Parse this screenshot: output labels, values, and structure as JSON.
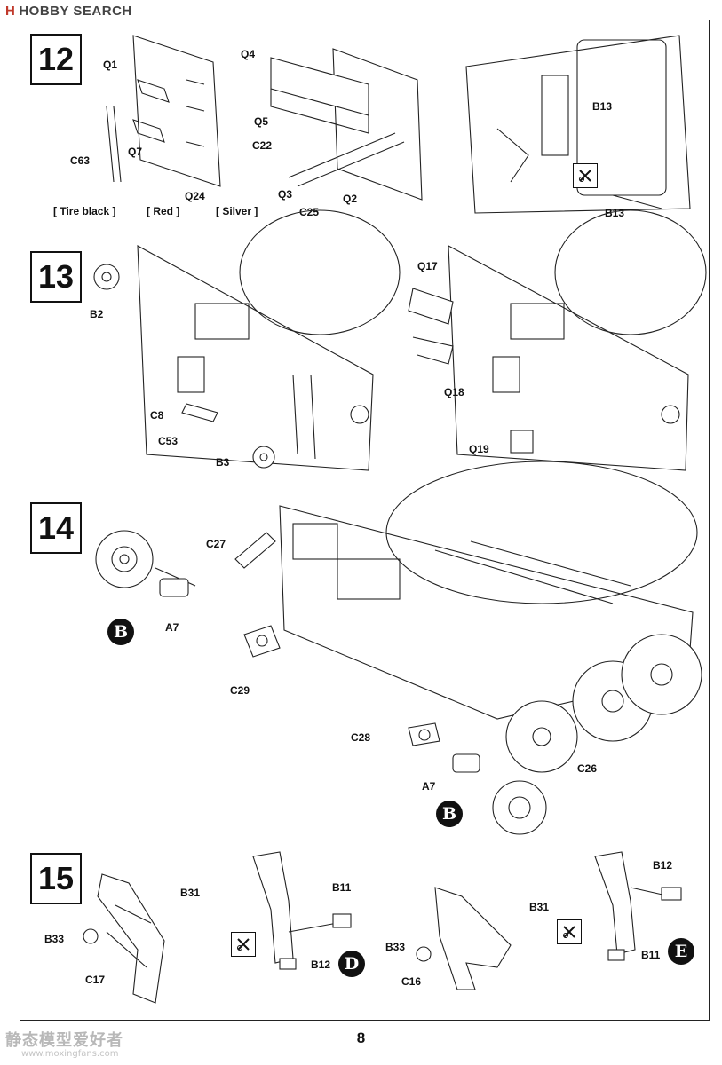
{
  "header": {
    "logo_mark": "H",
    "logo_text": "HOBBY SEARCH"
  },
  "steps": {
    "s12": {
      "number": "12",
      "labels": {
        "q1": "Q1",
        "q7": "Q7",
        "c63": "C63",
        "q24": "Q24",
        "q4": "Q4",
        "q5": "Q5",
        "c22": "C22",
        "q3": "Q3",
        "q2": "Q2",
        "c25": "C25",
        "b13a": "B13",
        "b13b": "B13"
      },
      "paints": {
        "tire": "[ Tire black ]",
        "red": "[ Red ]",
        "silver": "[ Silver ]"
      }
    },
    "s13": {
      "number": "13",
      "labels": {
        "b2": "B2",
        "c8": "C8",
        "c53": "C53",
        "b3": "B3",
        "q17": "Q17",
        "q18": "Q18",
        "q19": "Q19"
      }
    },
    "s14": {
      "number": "14",
      "labels": {
        "c27": "C27",
        "a7a": "A7",
        "c29": "C29",
        "c28": "C28",
        "c26": "C26",
        "a7b": "A7"
      },
      "badges": {
        "left": "B",
        "right": "B"
      }
    },
    "s15": {
      "number": "15",
      "labels": {
        "b31a": "B31",
        "b33a": "B33",
        "c17": "C17",
        "b11a": "B11",
        "b12a": "B12",
        "b31b": "B31",
        "b33b": "B33",
        "c16": "C16",
        "b12b": "B12",
        "b11b": "B11"
      },
      "badges": {
        "d": "D",
        "e": "E"
      }
    }
  },
  "footer": {
    "page_number": "8",
    "watermark": "静态模型爱好者",
    "watermark_url": "www.moxingfans.com"
  }
}
